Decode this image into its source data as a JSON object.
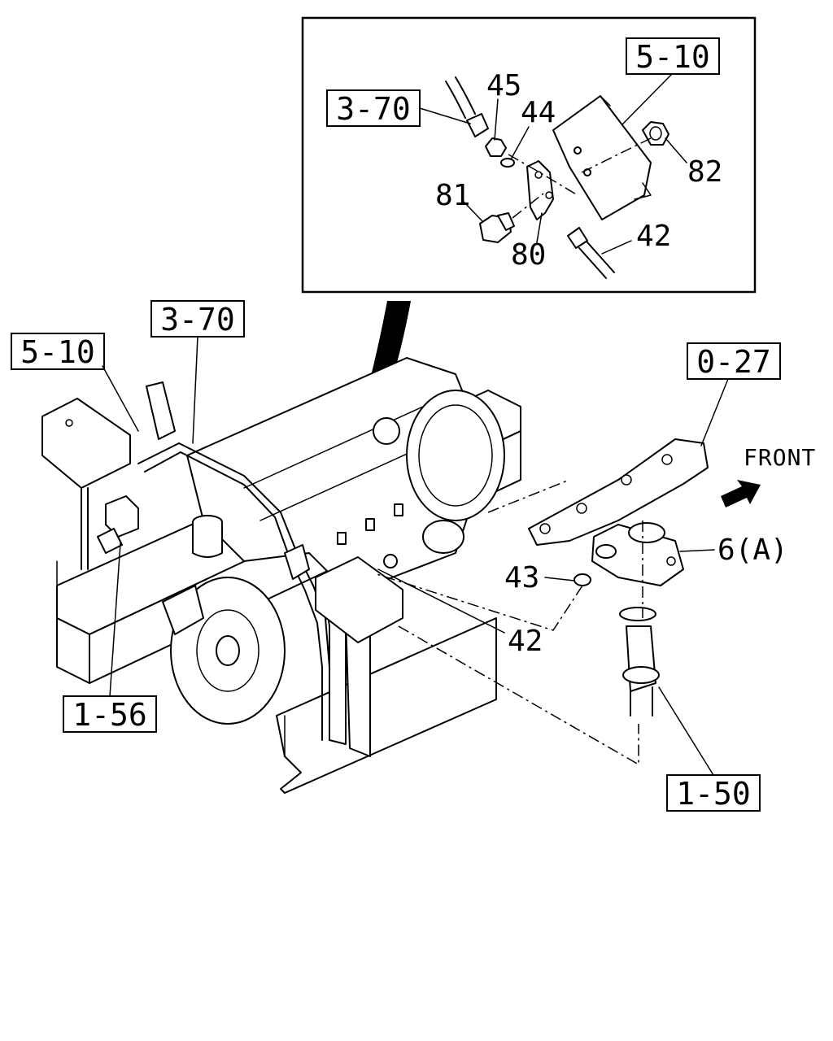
{
  "diagram": {
    "direction_label": "FRONT",
    "inset": {
      "refs": {
        "r570_top": "5-10",
        "r370_top": "3-70"
      },
      "parts": {
        "p45": "45",
        "p44": "44",
        "p82": "82",
        "p81": "81",
        "p80": "80",
        "p42_top": "42"
      }
    },
    "refs": {
      "r510": "5-10",
      "r370": "3-70",
      "r027": "0-27",
      "r156": "1-56",
      "r150": "1-50"
    },
    "parts": {
      "p6a": "6(A)",
      "p43": "43",
      "p42": "42"
    }
  }
}
